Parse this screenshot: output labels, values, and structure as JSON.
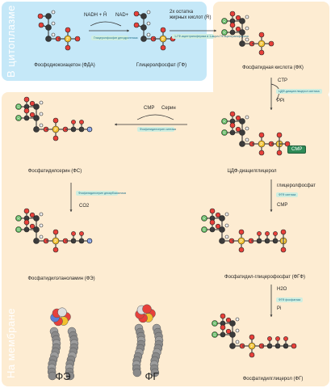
{
  "regions": {
    "cytoplasm_label": "В цитоплазме",
    "membrane_label": "На мембране"
  },
  "compounds": {
    "dhap": "Фосфодиоксиацетон (ФДА)",
    "g3p": "Глицеролфосфат (ГФ)",
    "pa": "Фосфатидная кислота (ФК)",
    "cdp_dag": "ЦДФ-диацилглицерол",
    "ps": "Фосфатидилсерин (ФС)",
    "pe": "Фосфатидилэтаноламин (ФЭ)",
    "pgp": "Фосфатидил-глицерофосфат (ФГФ)",
    "pg": "Фосфатидилглицерол (ФГ)"
  },
  "reactants": {
    "nadh": "NADH + Ĥ",
    "nad": "NAD+",
    "fatty_acids_line1": "2х остатка",
    "fatty_acids_line2": "жирных кислот (R)",
    "ctp": "CTP",
    "ppi": "PPi",
    "cmp_serine": "CMP",
    "serine": "Серин",
    "co2": "CO2",
    "glycerophosphate": "глицеролфосфат",
    "cmp_pgp": "CMP",
    "h2o": "H2O",
    "pi": "Pi"
  },
  "enzymes": {
    "g3p_dehydrogenase": "Глицеролфосфат дегидрогеназа",
    "acyltransferases": "1-ГФ-ацилтрансфераза и 1-ацил-ГФ-ацилтрансфераза",
    "cds": "ЦДФ-диацилглицерол синтаза",
    "ps_synthase": "Фосфатидилсерин синтаза",
    "ps_decarboxylase": "Фосфатидилсерин декарбоксилаза",
    "pgp_synthase": "ФГФ синтаза",
    "pgp_phosphatase": "ФГФ фосфатаза"
  },
  "badges": {
    "cmp": "CMP"
  },
  "models": {
    "pe": "ФЭ",
    "pg": "ФГ"
  },
  "atoms": {
    "r": "R",
    "n": "N",
    "p": "P"
  },
  "colors": {
    "cytoplasm": "#c5e8f8",
    "membrane": "#fdecd2",
    "oxygen": "#e8403a",
    "carbon": "#3a3a3a",
    "phosphorus": "#f2c12e",
    "nitrogen": "#5b7fd6",
    "r_group": "#55b255",
    "hydrogen": "#f2f2f2"
  }
}
